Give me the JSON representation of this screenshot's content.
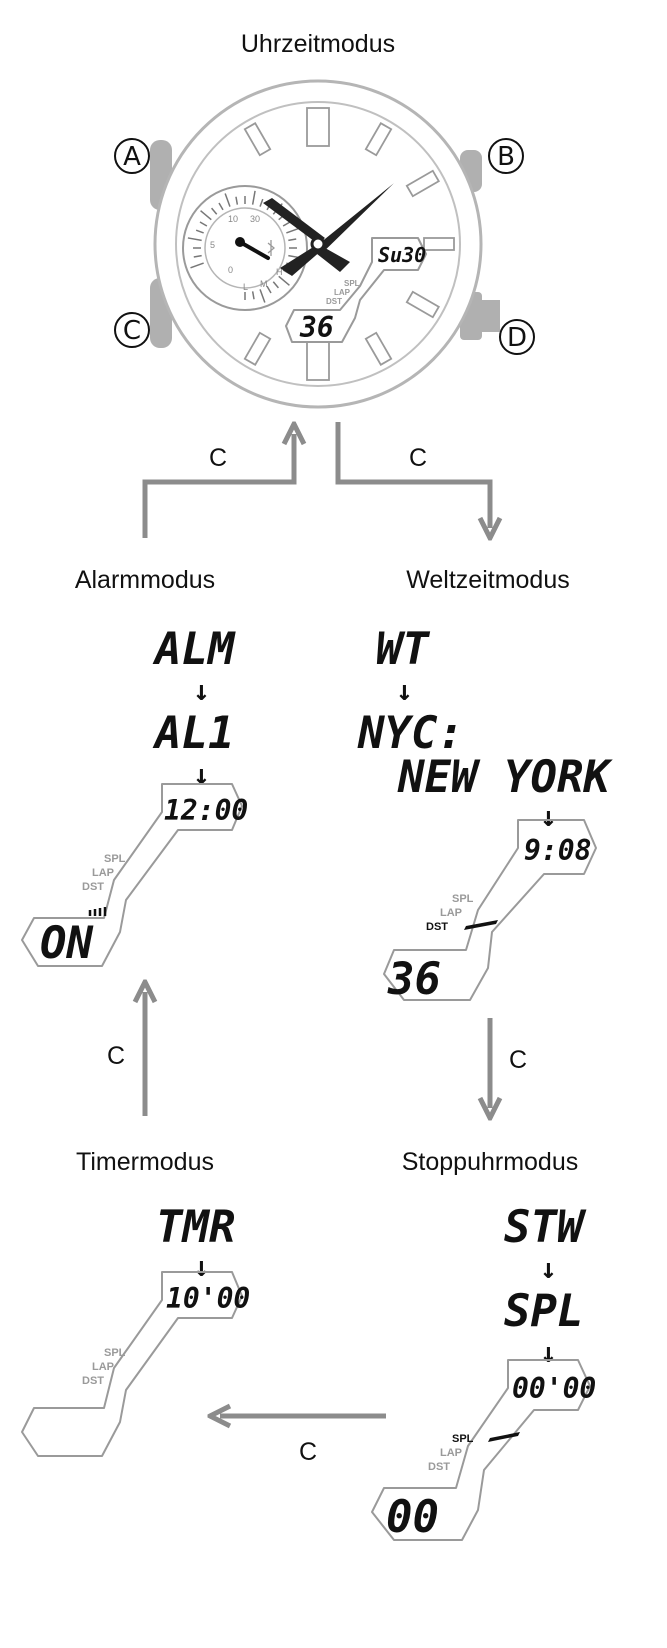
{
  "modes": {
    "timekeeping": "Uhrzeitmodus",
    "alarm": "Alarmmodus",
    "world_time": "Weltzeitmodus",
    "timer": "Timermodus",
    "stopwatch": "Stoppuhrmodus"
  },
  "buttons": {
    "a": "A",
    "b": "B",
    "c": "C",
    "d": "D"
  },
  "transition_label": "C",
  "indicators": {
    "spl": "SPL",
    "lap": "LAP",
    "dst": "DST"
  },
  "watch": {
    "upper_display": "Su30",
    "lower_display": "36",
    "dial_labels": [
      "10",
      "30",
      "5",
      "0",
      "L",
      "M",
      "H"
    ]
  },
  "alarm_mode": {
    "step1": "ALM",
    "step2": "AL1",
    "time": "12:00",
    "status": "ON"
  },
  "world_time_mode": {
    "step1": "WT",
    "city_code": "NYC:",
    "city_name": "NEW YORK",
    "time": "9:08",
    "seconds": "36"
  },
  "timer_mode": {
    "step1": "TMR",
    "time": "10'00"
  },
  "stopwatch_mode": {
    "step1": "STW",
    "step2": "SPL",
    "time": "00'00",
    "seconds": "00"
  },
  "colors": {
    "arrow": "#8c8c8c",
    "outline": "#9a9a9a",
    "button": "#b0b0b0"
  }
}
